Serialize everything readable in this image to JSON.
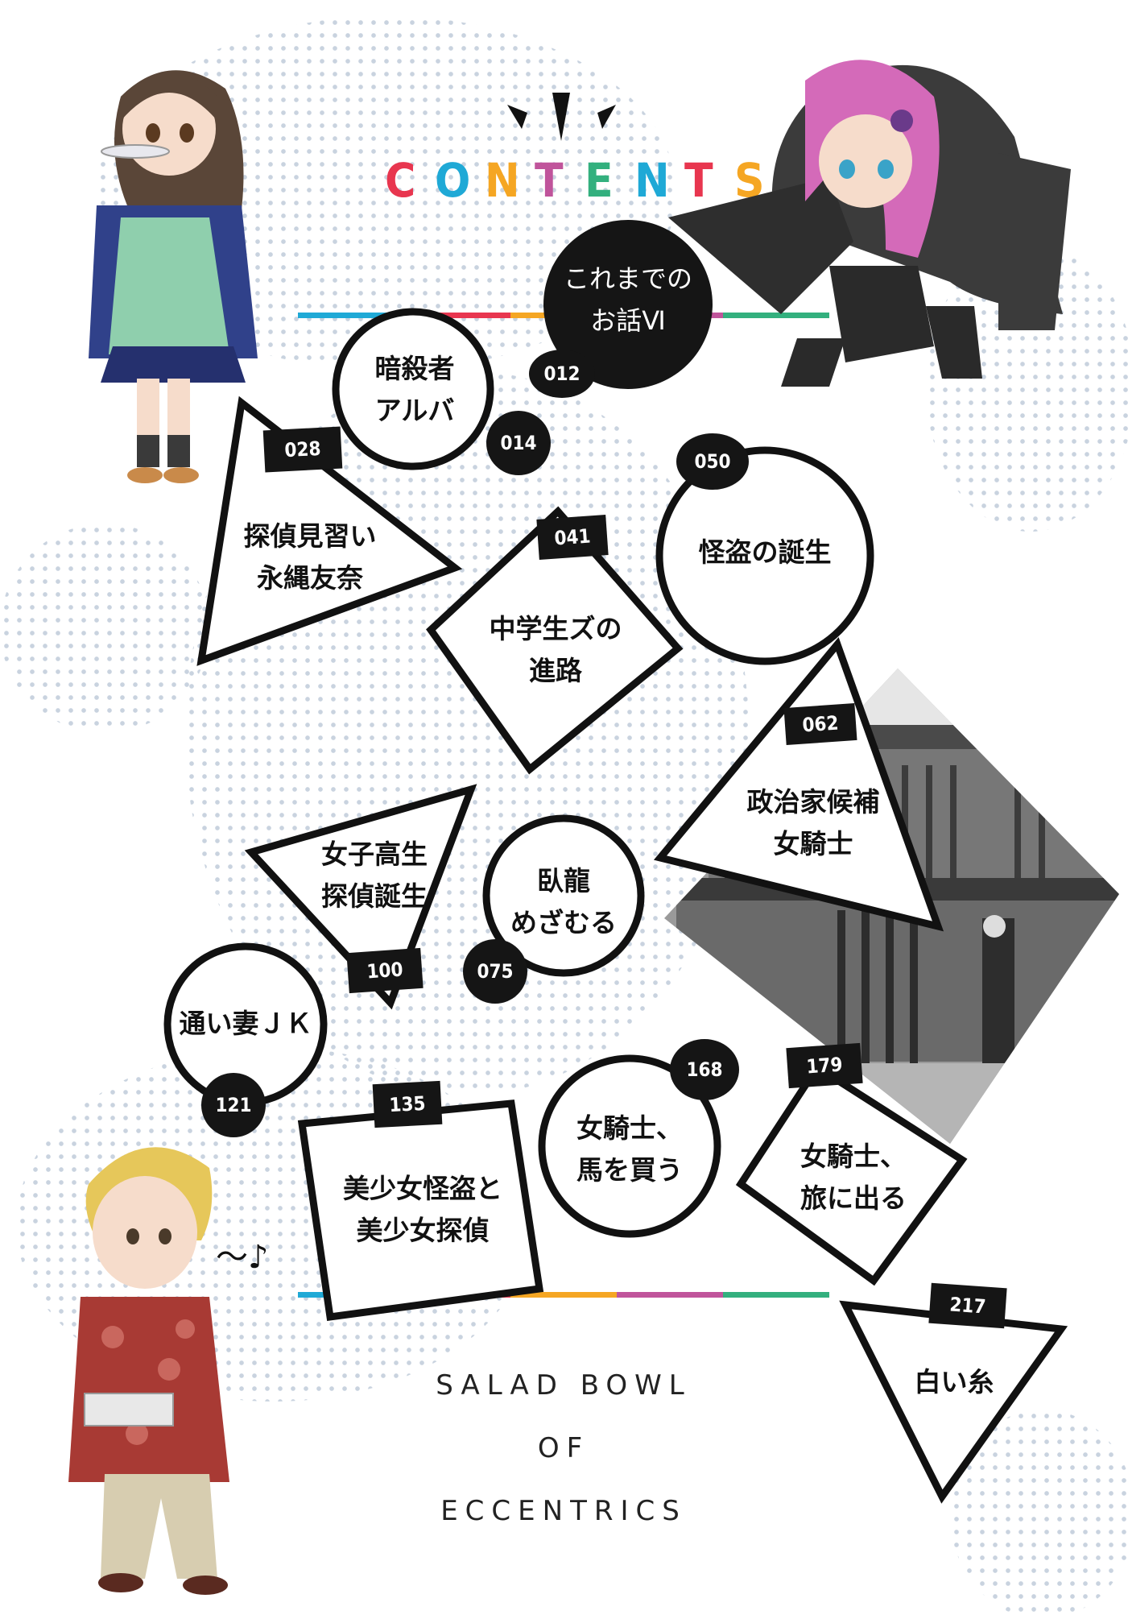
{
  "title_letters": [
    {
      "ch": "C",
      "color": "#e8364f"
    },
    {
      "ch": "O",
      "color": "#1fa9d6"
    },
    {
      "ch": "N",
      "color": "#f5a623"
    },
    {
      "ch": "T",
      "color": "#c0549b"
    },
    {
      "ch": "E",
      "color": "#33b07e"
    },
    {
      "ch": "N",
      "color": "#1fa9d6"
    },
    {
      "ch": "T",
      "color": "#e8364f"
    },
    {
      "ch": "S",
      "color": "#f5a623"
    }
  ],
  "accent_colors": [
    "#1fa9d6",
    "#e8364f",
    "#f5a623",
    "#c0549b",
    "#33b07e"
  ],
  "chapters": [
    {
      "title": "これまでの\nお話Ⅵ",
      "page": "012"
    },
    {
      "title": "暗殺者\nアルバ",
      "page": "014"
    },
    {
      "title": "探偵見習い\n永縄友奈",
      "page": "028"
    },
    {
      "title": "中学生ズの\n進路",
      "page": "041"
    },
    {
      "title": "怪盗の誕生",
      "page": "050"
    },
    {
      "title": "政治家候補\n女騎士",
      "page": "062"
    },
    {
      "title": "臥龍\nめざむる",
      "page": "075"
    },
    {
      "title": "女子高生\n探偵誕生",
      "page": "100"
    },
    {
      "title": "通い妻ＪＫ",
      "page": "121"
    },
    {
      "title": "美少女怪盗と\n美少女探偵",
      "page": "135"
    },
    {
      "title": "女騎士、\n馬を買う",
      "page": "168"
    },
    {
      "title": "女騎士、\n旅に出る",
      "page": "179"
    },
    {
      "title": "白い糸",
      "page": "217"
    }
  ],
  "humming": "～♪",
  "series_title": [
    "SALAD BOWL",
    "OF",
    "ECCENTRICS"
  ]
}
